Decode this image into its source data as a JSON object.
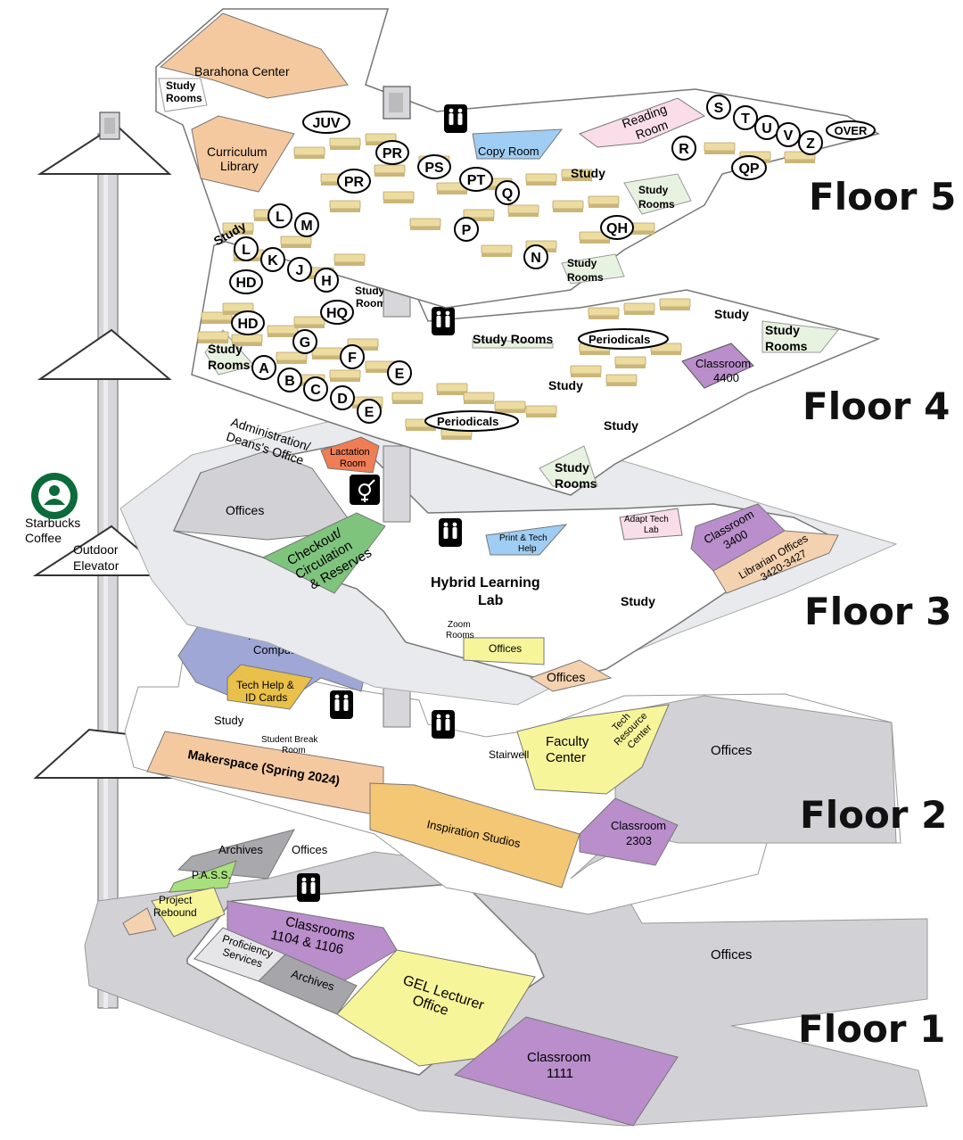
{
  "floors": [
    {
      "label": "Floor 5",
      "areas": [
        {
          "text": "Barahona Center"
        },
        {
          "text": "Study Rooms"
        },
        {
          "text": "Curriculum Library"
        },
        {
          "text": "Copy Room"
        },
        {
          "text": "Reading Room"
        },
        {
          "text": "Study"
        },
        {
          "text": "Study Rooms"
        },
        {
          "text": "Study Rooms"
        },
        {
          "text": "Study"
        }
      ],
      "calls": [
        "JUV",
        "PR",
        "PS",
        "PT",
        "PR",
        "Q",
        "P",
        "N",
        "QH",
        "R",
        "S",
        "T",
        "U",
        "V",
        "Z",
        "QP",
        "OVER",
        "L",
        "M",
        "L",
        "K",
        "J",
        "H",
        "HD"
      ]
    },
    {
      "label": "Floor 4",
      "areas": [
        {
          "text": "Study Room"
        },
        {
          "text": "Study Rooms"
        },
        {
          "text": "Periodicals"
        },
        {
          "text": "Study"
        },
        {
          "text": "Study Rooms"
        },
        {
          "text": "Classroom 4400"
        },
        {
          "text": "Study"
        },
        {
          "text": "Study"
        },
        {
          "text": "Periodicals"
        },
        {
          "text": "Study Rooms"
        },
        {
          "text": "Study Rooms"
        }
      ],
      "calls": [
        "HD",
        "HQ",
        "G",
        "F",
        "E",
        "A",
        "B",
        "C",
        "D",
        "E"
      ]
    },
    {
      "label": "Floor 3",
      "areas": [
        {
          "text": "Administration/ Deans's Office"
        },
        {
          "text": "Lactation Room"
        },
        {
          "text": "Offices"
        },
        {
          "text": "Checkout/ Circulation & Reserves"
        },
        {
          "text": "Print & Tech Help"
        },
        {
          "text": "Adapt Tech Lab"
        },
        {
          "text": "Classroom 3400"
        },
        {
          "text": "Librarian Offices 3420-3427"
        },
        {
          "text": "Hybrid Learning Lab"
        },
        {
          "text": "Study"
        },
        {
          "text": "Zoom Rooms"
        },
        {
          "text": "Offices"
        },
        {
          "text": "Offices"
        }
      ]
    },
    {
      "label": "Floor 2",
      "areas": [
        {
          "text": "Kellogg 2000 Computers"
        },
        {
          "text": "Tech Help & ID Cards"
        },
        {
          "text": "Study"
        },
        {
          "text": "Student Break Room"
        },
        {
          "text": "Makerspace (Spring 2024)"
        },
        {
          "text": "Inspiration Studios"
        },
        {
          "text": "Stairwell"
        },
        {
          "text": "Faculty Center"
        },
        {
          "text": "Tech Resource Center"
        },
        {
          "text": "Offices"
        },
        {
          "text": "Classroom 2303"
        }
      ]
    },
    {
      "label": "Floor 1",
      "areas": [
        {
          "text": "Archives"
        },
        {
          "text": "Offices"
        },
        {
          "text": "P.A.S.S."
        },
        {
          "text": "Project Rebound"
        },
        {
          "text": "Classrooms 1104 & 1106"
        },
        {
          "text": "Proficiency Services"
        },
        {
          "text": "Archives"
        },
        {
          "text": "GEL Lecturer Office"
        },
        {
          "text": "Offices"
        },
        {
          "text": "Classroom 1111"
        }
      ]
    }
  ],
  "starbucks": "Starbucks Coffee",
  "elevator": "Outdoor Elevator",
  "colors": {
    "orange": "#f5c9a0",
    "peach": "#f4d2b0",
    "yellow": "#f7f59a",
    "purple": "#b98ecb",
    "blue": "#9fcdf3",
    "green": "#7fc47d",
    "pink": "#f9dde8",
    "gray": "#cfcfd3",
    "darkgray": "#a6a6aa",
    "slate": "#9ea7d6",
    "lime": "#a8e07b",
    "gold": "#e9c14a",
    "salmon": "#ef7d55",
    "tan": "#e8d6a3"
  },
  "icons": [
    "restroom-icon",
    "gender-neutral-restroom-icon",
    "starbucks-logo-icon",
    "elevator-icon"
  ]
}
